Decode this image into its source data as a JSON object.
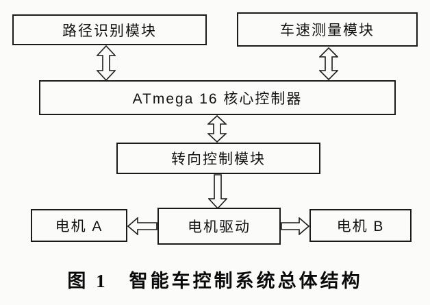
{
  "diagram": {
    "boxes": {
      "path_recognition": "路径识别模块",
      "speed_measurement": "车速测量模块",
      "controller": "ATmega 16 核心控制器",
      "steering": "转向控制模块",
      "motor_a": "电机 A",
      "motor_driver": "电机驱动",
      "motor_b": "电机 B"
    },
    "caption": "图 1　智能车控制系统总体结构",
    "colors": {
      "line": "#1a1a1a",
      "background": "#fbfbfa"
    }
  }
}
